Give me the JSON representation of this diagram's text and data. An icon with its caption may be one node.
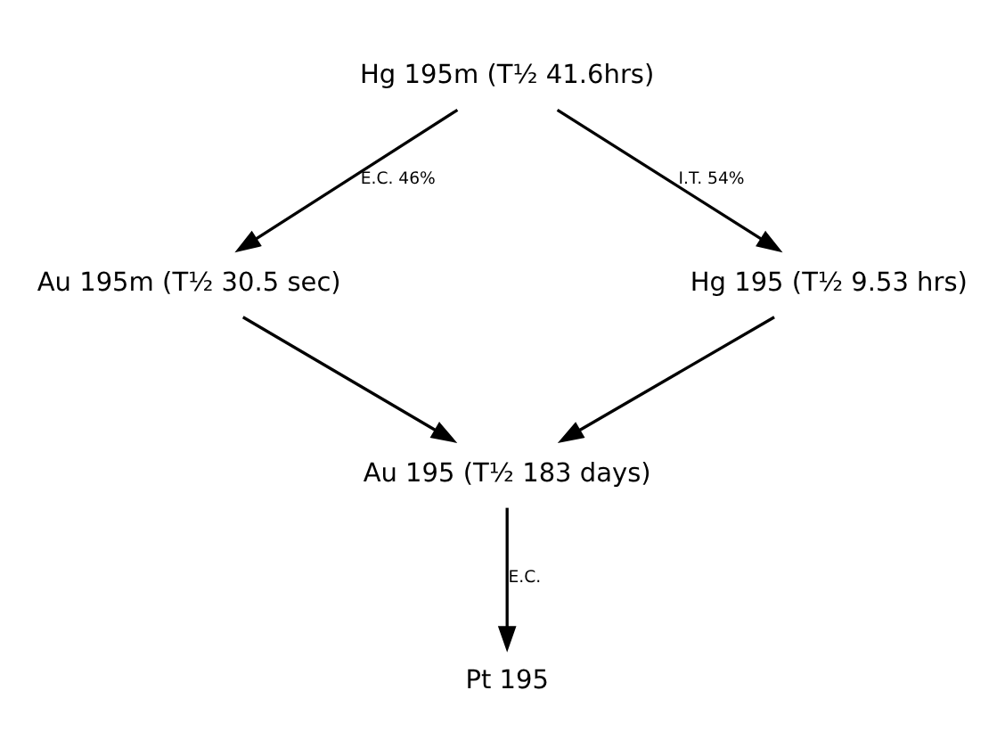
{
  "diagram": {
    "nodes": [
      {
        "text": [
          "Hg 195m (T½ 41.6hrs)"
        ]
      },
      {
        "text": [
          "Au 195m (T½ 30.5 sec)"
        ]
      },
      {
        "text": [
          "Hg 195 (T½ 9.53 hrs)"
        ]
      },
      {
        "text": [
          "Au 195 (T½ 183 days)"
        ]
      },
      {
        "text": [
          "Pt 195"
        ]
      }
    ],
    "edges": [
      {
        "from": 0,
        "to": 1,
        "arrow": "to",
        "label": "E.C. 46%"
      },
      {
        "from": 0,
        "to": 2,
        "arrow": "to",
        "label": "I.T. 54%"
      },
      {
        "from": 1,
        "to": 3,
        "arrow": "to"
      },
      {
        "from": 2,
        "to": 3,
        "arrow": "to"
      },
      {
        "from": 3,
        "to": 4,
        "arrow": "to",
        "label": "E.C."
      }
    ]
  }
}
